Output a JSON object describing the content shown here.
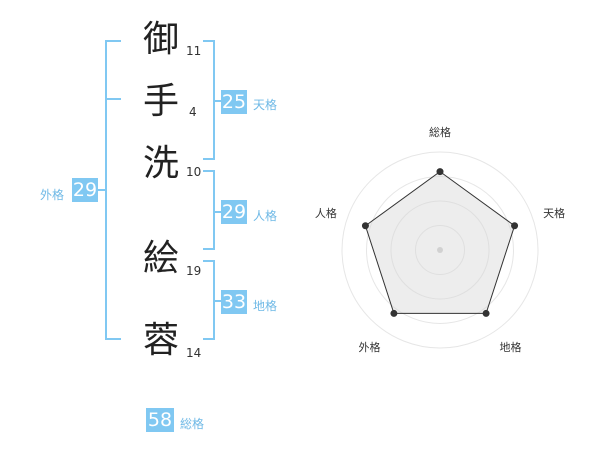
{
  "name": [
    {
      "char": "御",
      "strokes": "11"
    },
    {
      "char": "手",
      "strokes": "4"
    },
    {
      "char": "洗",
      "strokes": "10"
    },
    {
      "char": "絵",
      "strokes": "19"
    },
    {
      "char": "蓉",
      "strokes": "14"
    }
  ],
  "fortunes": {
    "tenkaku": {
      "value": "25",
      "label": "天格"
    },
    "jinkaku": {
      "value": "29",
      "label": "人格"
    },
    "chikaku": {
      "value": "33",
      "label": "地格"
    },
    "gaikaku": {
      "value": "29",
      "label": "外格"
    },
    "soukaku": {
      "value": "58",
      "label": "総格"
    }
  },
  "colors": {
    "accent": "#80c8f2",
    "accent_text": "#6fb9e6"
  },
  "chart_data": {
    "type": "radar",
    "axes": [
      "総格",
      "天格",
      "地格",
      "外格",
      "人格"
    ],
    "values": [
      0.8,
      0.8,
      0.8,
      0.8,
      0.8
    ],
    "rings": 4,
    "range": [
      0,
      1
    ]
  }
}
